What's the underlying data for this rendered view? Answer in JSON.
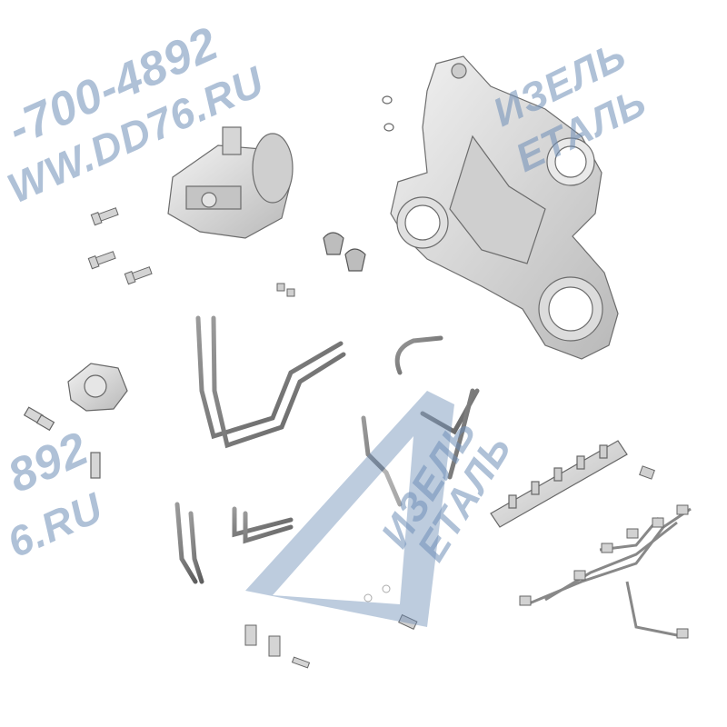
{
  "watermark": {
    "phone": "-700-4892",
    "site": "WW.DD76.RU",
    "brand_line1": "ИЗЕЛЬ",
    "brand_line2": "ЕТАЛЬ",
    "phone_partial": "892",
    "site_partial": "6.RU",
    "logo_line1": "ИЗЕЛЬ",
    "logo_line2": "ЕТАЛЬ",
    "color": "#6f8fb8"
  },
  "diagram": {
    "parts": [
      "high-pressure-fuel-pump",
      "timing-gear-cover",
      "fuel-filter-head",
      "fuel-rail",
      "injector-lines",
      "fuel-return-lines",
      "bolts",
      "clamps",
      "o-rings",
      "fittings"
    ],
    "part_color": "#d8d8d8",
    "tube_color": "#8a8a8a"
  }
}
